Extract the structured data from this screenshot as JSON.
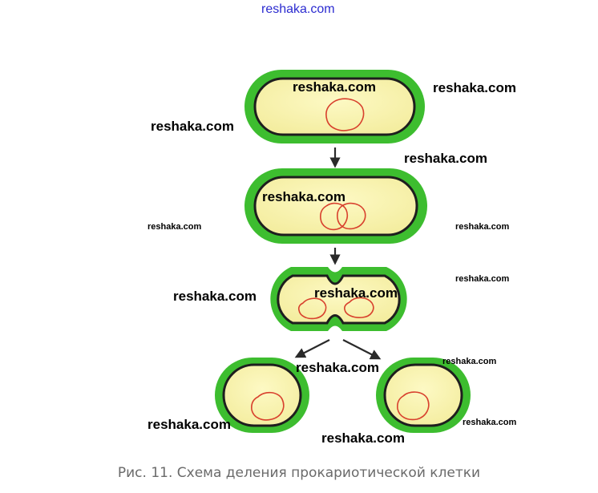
{
  "watermark": "reshaka.com",
  "caption": "Рис. 11. Схема деления прокариотической клетки",
  "colors": {
    "cell_wall": "#3dbd2f",
    "cytoplasm": "#fbf6b2",
    "membrane": "#1e1e1e",
    "dna": "#d8412e",
    "arrow": "#2a2a2a",
    "watermark_top": "#2b2bd0",
    "caption": "#6a6a6a"
  },
  "stages": [
    "cell-initial",
    "dna-replication",
    "septum-forming",
    "daughter-cells"
  ]
}
